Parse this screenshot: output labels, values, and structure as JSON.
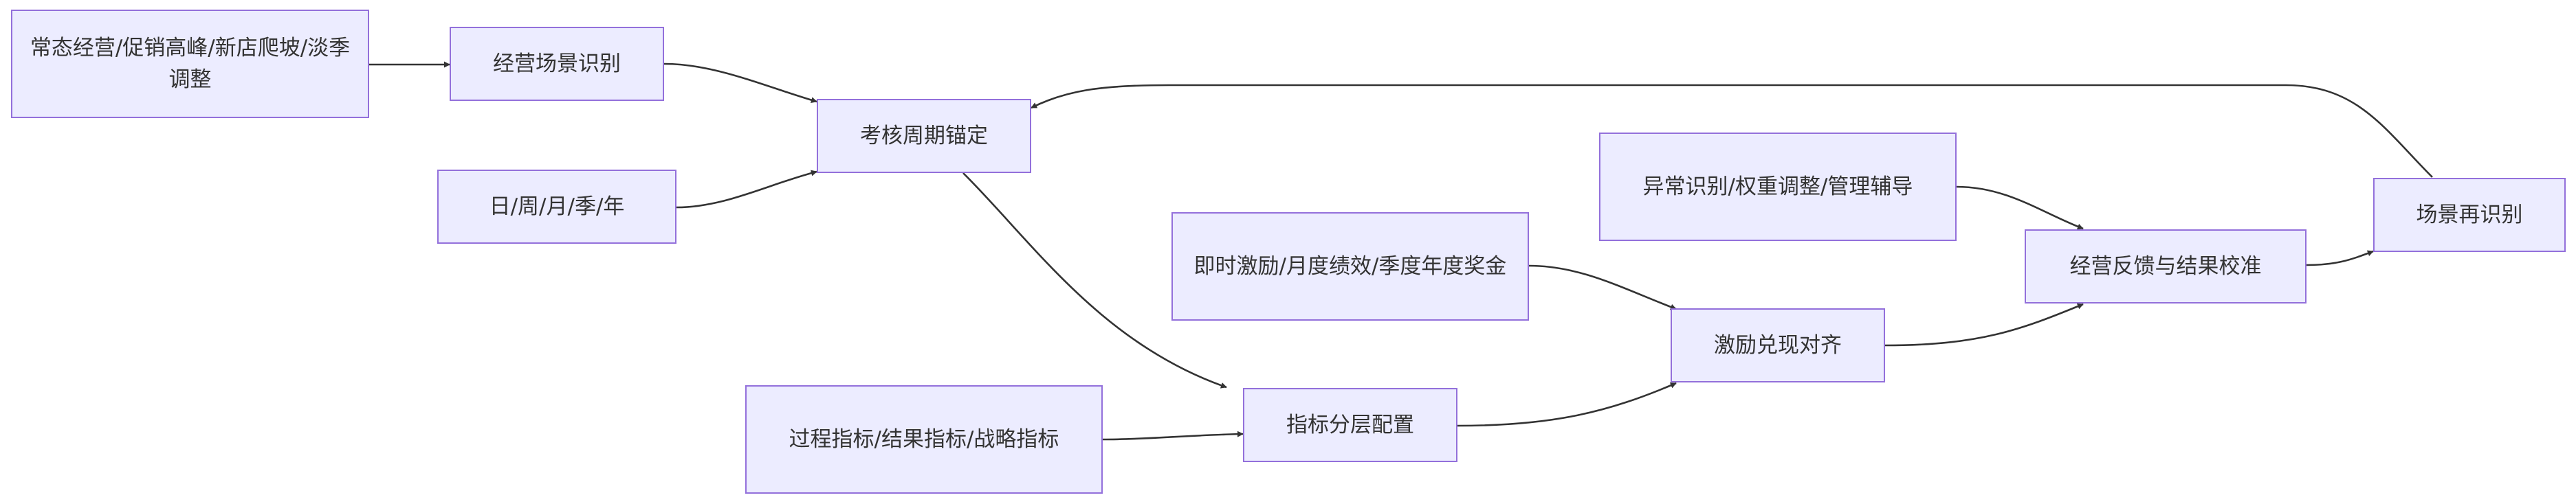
{
  "nodes": {
    "n_scenarios": "常态经营/促销高峰/新店爬坡/淡季调整",
    "n_scene_recog": "经营场景识别",
    "n_cycle_anchor": "考核周期锚定",
    "n_periods": "日/周/月/季/年",
    "n_indicators": "过程指标/结果指标/战略指标",
    "n_layered_config": "指标分层配置",
    "n_incentive_types": "即时激励/月度绩效/季度年度奖金",
    "n_incentive_align": "激励兑现对齐",
    "n_anomaly": "异常识别/权重调整/管理辅导",
    "n_feedback": "经营反馈与结果校准",
    "n_rerecog": "场景再识别"
  },
  "edges": [
    {
      "from": "n_scenarios",
      "to": "n_scene_recog"
    },
    {
      "from": "n_scene_recog",
      "to": "n_cycle_anchor"
    },
    {
      "from": "n_periods",
      "to": "n_cycle_anchor"
    },
    {
      "from": "n_cycle_anchor",
      "to": "n_layered_config"
    },
    {
      "from": "n_indicators",
      "to": "n_layered_config"
    },
    {
      "from": "n_layered_config",
      "to": "n_incentive_align"
    },
    {
      "from": "n_incentive_types",
      "to": "n_incentive_align"
    },
    {
      "from": "n_incentive_align",
      "to": "n_feedback"
    },
    {
      "from": "n_anomaly",
      "to": "n_feedback"
    },
    {
      "from": "n_feedback",
      "to": "n_rerecog"
    },
    {
      "from": "n_rerecog",
      "to": "n_cycle_anchor"
    }
  ]
}
